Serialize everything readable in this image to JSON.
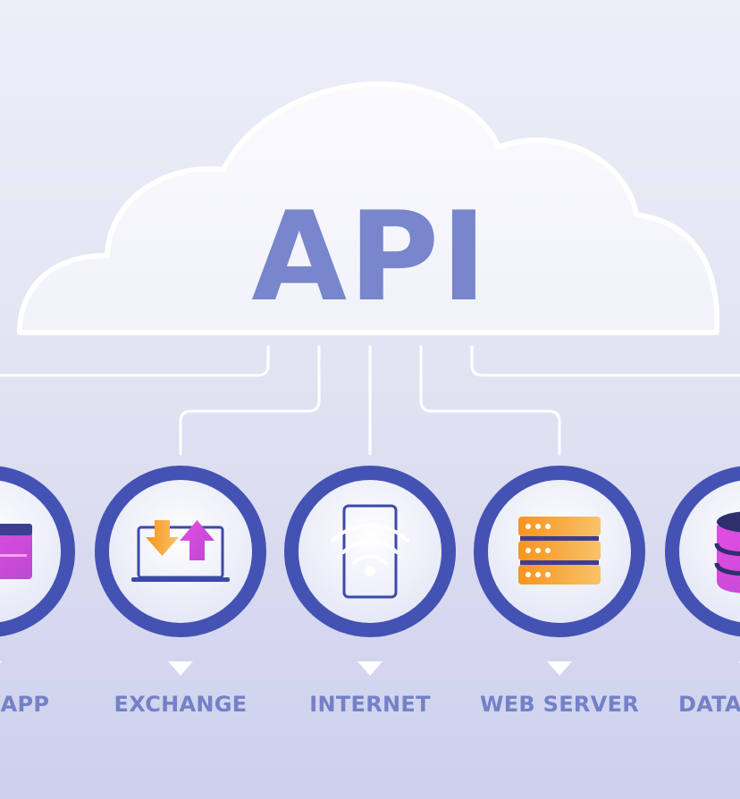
{
  "diagram": {
    "title": "API",
    "colors": {
      "title": "#7886cc",
      "label": "#7481c8",
      "ring": "#4452b4",
      "connector": "#ffffff",
      "cloud": "#f8f9fd",
      "magenta": "#d94fd8",
      "orange": "#f6a33a"
    },
    "nodes": [
      {
        "label": "APP",
        "icon": "app-window-icon"
      },
      {
        "label": "EXCHANGE",
        "icon": "laptop-exchange-icon"
      },
      {
        "label": "INTERNET",
        "icon": "phone-wifi-icon"
      },
      {
        "label": "WEB SERVER",
        "icon": "server-stack-icon"
      },
      {
        "label": "DATA",
        "icon": "database-icon"
      }
    ]
  }
}
